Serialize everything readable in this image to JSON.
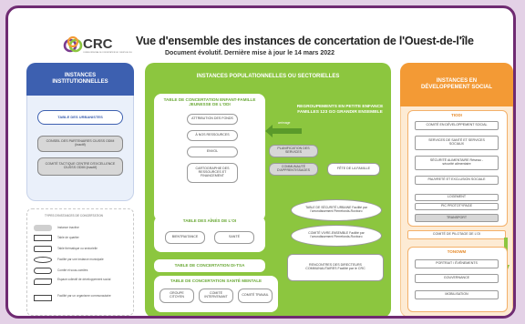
{
  "header": {
    "logo_text": "CRC",
    "logo_sub": "CONSEIL RÉGIONAL DE CONCERTATION DE L'OUEST-DE-L'ÎLE",
    "title": "Vue d'ensemble des instances de concertation de l'Ouest-de-l'île",
    "subtitle": "Document évolutif. Dernière mise à jour le 14 mars 2022"
  },
  "colors": {
    "blue": "#3d60b0",
    "green": "#8cc63f",
    "orange": "#f39a35",
    "purple": "#6f2b72",
    "grey": "#bdbdbd"
  },
  "left": {
    "title": "INSTANCES INSTITUTIONNELLES",
    "table_urbanistes": "TABLE DES URBANISTES",
    "conseil": "CONSEIL DES PARTENAIRES CIUSSS ODIM (inactif)",
    "comite_tactique": "COMITÉ TACTIQUE CENTRE D'EXCELLENCE CIUSSS ODIM (inactif)"
  },
  "legend": {
    "title": "TYPES D'INSTANCES DE CONCERTATION",
    "items": [
      "Instance inactive",
      "Table de quartier",
      "Table thématique ou sectorielle",
      "Facilité par une instance municipale",
      "Comité et sous-comités",
      "Espace collectif de développement social",
      "Facilité par un organisme communautaire"
    ]
  },
  "middle": {
    "title": "INSTANCES POPULATIONNELLES OU SECTORIELLES",
    "enfance_title": "TABLE DE CONCERTATION ENFANT-FAMILLE JEUNESSE DE L'ODI",
    "enfance_items": [
      "ATTRIBUTION DES FONDS",
      "À NOS RESSOURCES",
      "ENVOL",
      "CARTOGRAPHIE DES RESSOURCES ET FINANCEMENT"
    ],
    "arrow_label": "arrimage",
    "regroupements_title": "REGROUPEMENTS EN PETITE ENFANCE FAMILLES 123 GO GRANDIR ENSEMBLE",
    "planification": "PLANIFICATION DES SERVICES",
    "communaute": "COMMUNAUTÉ D'APPRENTISSAGES",
    "fete": "FÊTE DE LA FAMILLE",
    "aines_title": "TABLE DES AÎNÉS DE L'OI",
    "aines_items": [
      "BIENTRAITANCE",
      "SANTÉ"
    ],
    "securite_urbaine": "TABLE DE SÉCURITÉ URBAINE Facilité par l'arrondissement Pierrefonds-Roxboro",
    "vivre_ensemble": "COMITÉ VIVRE-ENSEMBLE Facilité par l'arrondissement Pierrefonds-Roxboro",
    "rencontres": "RENCONTRES DES DIRECTEURS COMMUNAUTAIRES Facilité par le CRC",
    "di_tsa_title": "TABLE DE CONCERTATION DI-TSA",
    "sante_mentale_title": "TABLE DE CONCERTATION SANTÉ MENTALE",
    "sante_mentale_items": [
      "GROUPE CITOYEN",
      "COMITÉ INTERVENANT",
      "COMITÉ TRAVAIL"
    ]
  },
  "right": {
    "title": "INSTANCES EN DÉVELOPPEMENT SOCIAL",
    "tiodi_label": "TIODI",
    "tiodi_items": [
      "COMITÉ EN DÉVELOPPEMENT SOCIAL",
      "SERVICES DE SANTÉ ET SERVICES SOCIAUX",
      "SÉCURITÉ ALIMENTAIRE Réseau - sécurité alimentaire",
      "PAUVRETÉ ET EXCLUSION SOCIALE",
      "LOGEMENT",
      "PIC PROTOTYPAGE",
      "TRANSPORT"
    ],
    "pilotage": "COMITÉ DE PILOTAGE DE L'OI",
    "tonowm_label": "TONOWM",
    "tonowm_items": [
      "PORTRAIT / ÉVÉNEMENTS",
      "GOUVERNANCE",
      "MOBILISATION"
    ]
  }
}
